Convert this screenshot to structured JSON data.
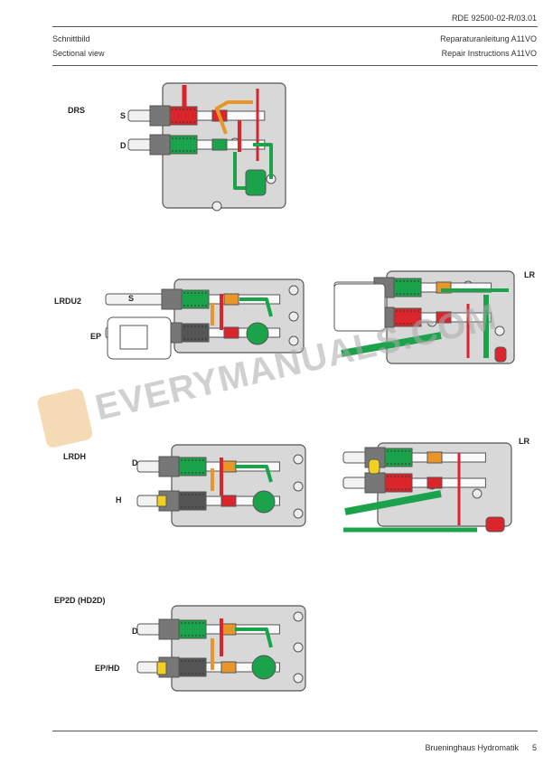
{
  "header": {
    "doc_number": "RDE  92500-02-R/03.01",
    "left_line1": "Schnittbild",
    "left_line2": "Sectional view",
    "right_line1": "Reparaturanleitung A11VO",
    "right_line2": "Repair Instructions A11VO"
  },
  "diagrams": [
    {
      "title": "DRS",
      "ports": [
        "S",
        "D"
      ]
    },
    {
      "title": "LRDU2",
      "ports": [
        "S",
        "EP"
      ]
    },
    {
      "title": "LR"
    },
    {
      "title": "LRDH",
      "ports": [
        "D",
        "H"
      ]
    },
    {
      "title": "LR"
    },
    {
      "title": "EP2D (HD2D)",
      "ports": [
        "D",
        "EP/HD"
      ]
    }
  ],
  "watermark": "EVERYMANUALS.COM",
  "footer": {
    "company": "Brueninghaus Hydromatik",
    "page": "5"
  },
  "colors": {
    "red": "#d9252b",
    "green": "#1aa34a",
    "orange": "#e8962a",
    "yellow": "#f0d020",
    "body": "#d8d8d8",
    "outline": "#555555"
  }
}
